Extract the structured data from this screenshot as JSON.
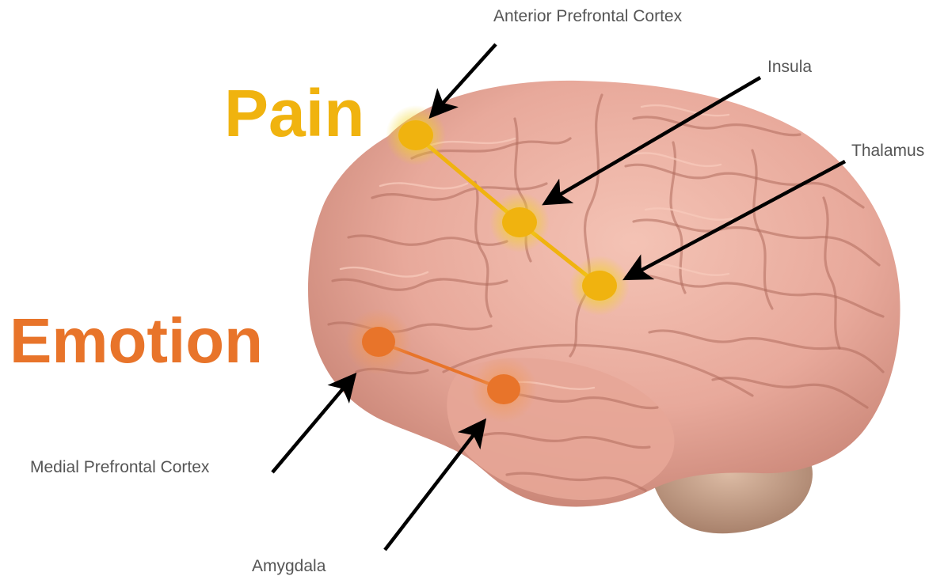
{
  "colors": {
    "pain": "#f0b30f",
    "emotion": "#e8742a",
    "label_text": "#555555",
    "brain": "#e8a99b",
    "brain_shadow": "#c98576",
    "cerebellum": "#c9a58f"
  },
  "groups": {
    "pain": {
      "title": "Pain",
      "regions": [
        {
          "label": "Anterior Prefrontal Cortex"
        },
        {
          "label": "Insula"
        },
        {
          "label": "Thalamus"
        }
      ]
    },
    "emotion": {
      "title": "Emotion",
      "regions": [
        {
          "label": "Medial Prefrontal Cortex"
        },
        {
          "label": "Amygdala"
        }
      ]
    }
  }
}
